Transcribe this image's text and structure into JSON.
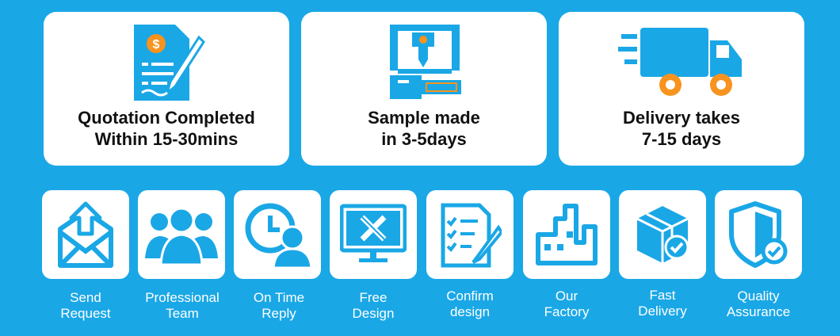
{
  "feature_cards": [
    {
      "caption": "Quotation Completed\nWithin 15-30mins",
      "icon": "quotation-document-icon"
    },
    {
      "caption": "Sample made\nin 3-5days",
      "icon": "cnc-machine-icon"
    },
    {
      "caption": "Delivery takes\n7-15 days",
      "icon": "delivery-truck-icon"
    }
  ],
  "process_steps": [
    {
      "line1": "Send",
      "line2": "Request",
      "icon": "envelope-upload-icon"
    },
    {
      "line1": "Professional",
      "line2": "Team",
      "icon": "team-icon"
    },
    {
      "line1": "On Time",
      "line2": "Reply",
      "icon": "clock-person-icon"
    },
    {
      "line1": "Free",
      "line2": "Design",
      "icon": "monitor-design-icon"
    },
    {
      "line1": "Confirm",
      "line2": "design",
      "icon": "checklist-icon"
    },
    {
      "line1": "Our",
      "line2": "Factory",
      "icon": "factory-icon"
    },
    {
      "line1": "Fast",
      "line2": "Delivery",
      "icon": "package-icon"
    },
    {
      "line1": "Quality",
      "line2": "Assurance",
      "icon": "shield-check-icon"
    }
  ],
  "colors": {
    "background": "#1aa7e6",
    "icon_blue": "#1aa7e6",
    "accent_orange": "#f7931e"
  }
}
